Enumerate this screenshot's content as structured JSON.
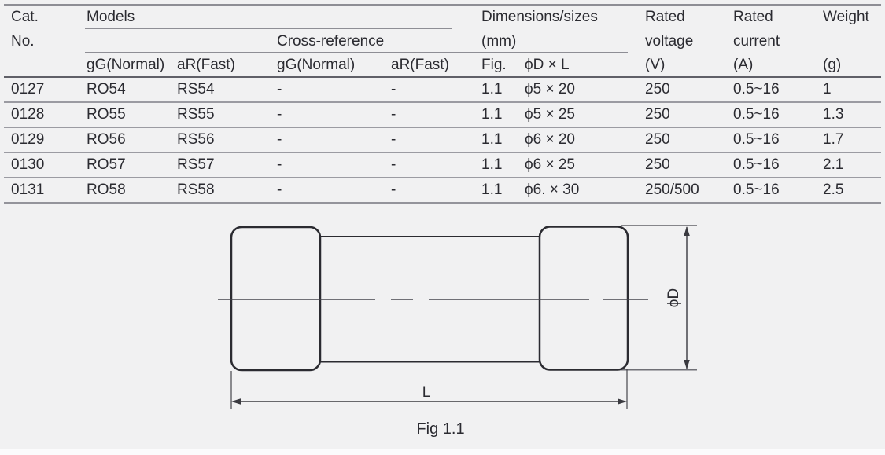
{
  "colors": {
    "background": "#f1f1f2",
    "table_line": "#8e8e95",
    "text": "#2b2b31"
  },
  "table": {
    "header": {
      "cat_line1": "Cat.",
      "cat_line2": "No.",
      "models": "Models",
      "cross_reference": "Cross-reference",
      "dimensions_line1": "Dimensions/sizes",
      "dimensions_line2": "(mm)",
      "rated_voltage_line1": "Rated",
      "rated_voltage_line2": "voltage",
      "rated_voltage_line3": "(V)",
      "rated_current_line1": "Rated",
      "rated_current_line2": "current",
      "rated_current_line3": "(A)",
      "weight_line1": "Weight",
      "weight_line2": "(g)",
      "sub": {
        "model_gg": "gG(Normal)",
        "model_ar": "aR(Fast)",
        "xref_gg": "gG(Normal)",
        "xref_ar": "aR(Fast)",
        "fig": "Fig.",
        "dim": "ϕD × L"
      }
    },
    "rows": [
      {
        "cat": "0127",
        "model_gg": "RO54",
        "model_ar": "RS54",
        "xref_gg": "-",
        "xref_ar": "-",
        "fig": "1.1",
        "dim": "ϕ5 × 20",
        "voltage": "250",
        "current": "0.5~16",
        "weight": "1"
      },
      {
        "cat": "0128",
        "model_gg": "RO55",
        "model_ar": "RS55",
        "xref_gg": "-",
        "xref_ar": "-",
        "fig": "1.1",
        "dim": "ϕ5 × 25",
        "voltage": "250",
        "current": "0.5~16",
        "weight": "1.3"
      },
      {
        "cat": "0129",
        "model_gg": "RO56",
        "model_ar": "RS56",
        "xref_gg": "-",
        "xref_ar": "-",
        "fig": "1.1",
        "dim": "ϕ6 × 20",
        "voltage": "250",
        "current": "0.5~16",
        "weight": "1.7"
      },
      {
        "cat": "0130",
        "model_gg": "RO57",
        "model_ar": "RS57",
        "xref_gg": "-",
        "xref_ar": "-",
        "fig": "1.1",
        "dim": "ϕ6 × 25",
        "voltage": "250",
        "current": "0.5~16",
        "weight": "2.1"
      },
      {
        "cat": "0131",
        "model_gg": "RO58",
        "model_ar": "RS58",
        "xref_gg": "-",
        "xref_ar": "-",
        "fig": "1.1",
        "dim": "ϕ6. × 30",
        "voltage": "250/500",
        "current": "0.5~16",
        "weight": "2.5"
      }
    ]
  },
  "figure": {
    "phi_d_label": "ϕD",
    "length_label": "L",
    "caption": "Fig 1.1"
  }
}
